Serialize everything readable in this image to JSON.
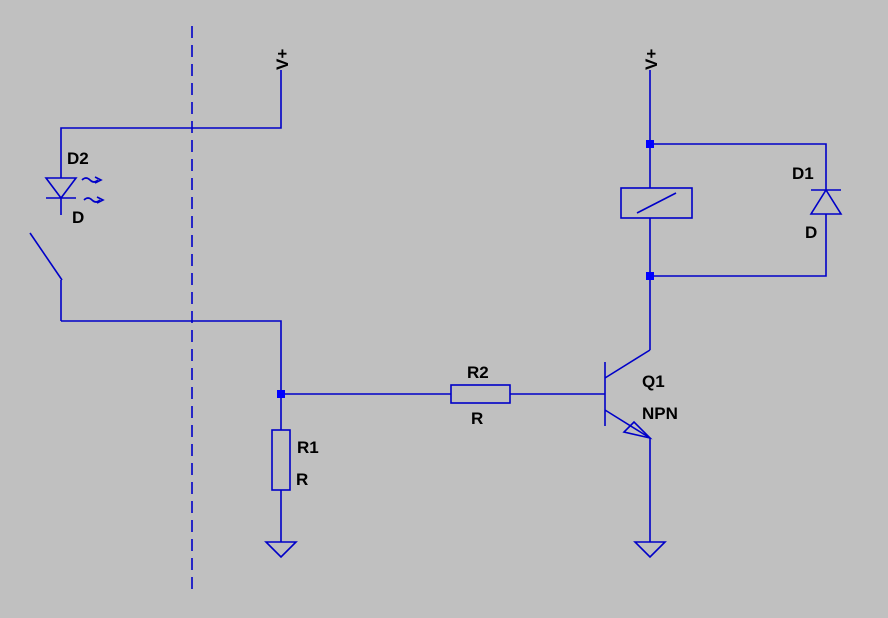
{
  "colors": {
    "background": "#c0c0c0",
    "wire": "#0000c8",
    "junction": "#0000ff",
    "text": "#000000"
  },
  "power": {
    "left_label": "V+",
    "right_label": "V+"
  },
  "components": {
    "d2": {
      "name": "D2",
      "value": "D",
      "icon": "led-icon"
    },
    "d1": {
      "name": "D1",
      "value": "D",
      "icon": "diode-icon"
    },
    "r1": {
      "name": "R1",
      "value": "R",
      "icon": "resistor-icon"
    },
    "r2": {
      "name": "R2",
      "value": "R",
      "icon": "resistor-icon"
    },
    "q1": {
      "name": "Q1",
      "value": "NPN",
      "icon": "npn-transistor-icon"
    },
    "relay": {
      "icon": "relay-coil-icon"
    },
    "switch": {
      "icon": "switch-icon"
    }
  }
}
